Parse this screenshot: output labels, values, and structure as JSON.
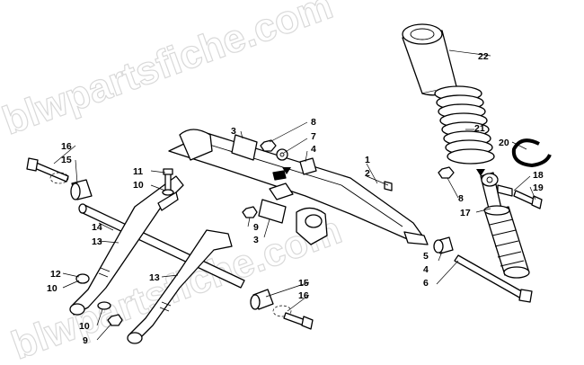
{
  "watermark": "blwpartsfiche.com",
  "colors": {
    "line": "#000000",
    "background": "#ffffff",
    "watermark": "#d9d9d9"
  },
  "callouts": {
    "c1": "1",
    "c2": "2",
    "c3a": "3",
    "c3b": "3",
    "c4a": "4",
    "c4b": "4",
    "c5": "5",
    "c6": "6",
    "c7": "7",
    "c8a": "8",
    "c8b": "8",
    "c9a": "9",
    "c9b": "9",
    "c10a": "10",
    "c10b": "10",
    "c10c": "10",
    "c11": "11",
    "c12": "12",
    "c13a": "13",
    "c13b": "13",
    "c14": "14",
    "c15a": "15",
    "c15b": "15",
    "c16a": "16",
    "c16b": "16",
    "c17": "17",
    "c18": "18",
    "c19": "19",
    "c20": "20",
    "c21": "21",
    "c22": "22"
  }
}
